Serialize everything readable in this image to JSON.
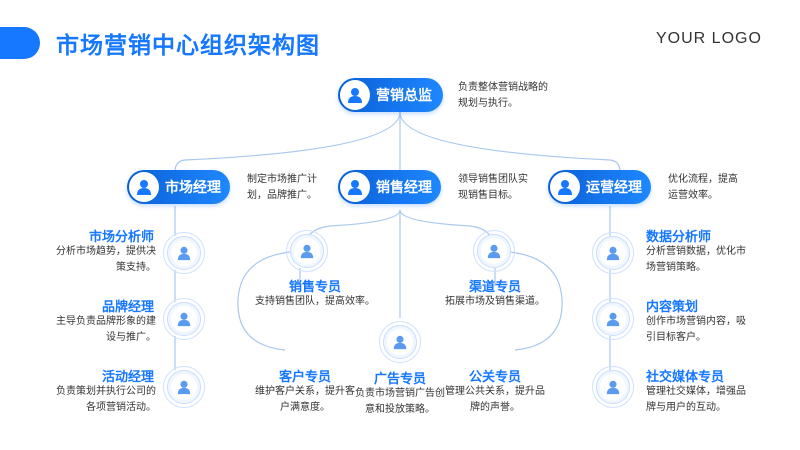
{
  "header": {
    "title": "市场营销中心组织架构图",
    "logo": "YOUR LOGO"
  },
  "top": {
    "label": "营销总监",
    "desc": [
      "负责整体营销战略的",
      "规划与执行。"
    ]
  },
  "managers": [
    {
      "label": "市场经理",
      "desc": [
        "制定市场推广计",
        "划，品牌推广。"
      ]
    },
    {
      "label": "销售经理",
      "desc": [
        "领导销售团队实",
        "现销售目标。"
      ]
    },
    {
      "label": "运营经理",
      "desc": [
        "优化流程，提高",
        "运营效率。"
      ]
    }
  ],
  "left_roles": [
    {
      "title": "市场分析师",
      "desc": [
        "分析市场趋势，提供决",
        "策支持。"
      ]
    },
    {
      "title": "品牌经理",
      "desc": [
        "主导负责品牌形象的建",
        "设与推广。"
      ]
    },
    {
      "title": "活动经理",
      "desc": [
        "负责策划并执行公司的",
        "各项营销活动。"
      ]
    }
  ],
  "right_roles": [
    {
      "title": "数据分析师",
      "desc": [
        "分析营销数据，优化市",
        "场营销策略。"
      ]
    },
    {
      "title": "内容策划",
      "desc": [
        "创作市场营销内容，吸",
        "引目标客户。"
      ]
    },
    {
      "title": "社交媒体专员",
      "desc": [
        "管理社交媒体，增强品",
        "牌与用户的互动。"
      ]
    }
  ],
  "center_roles": {
    "sales": {
      "title": "销售专员",
      "desc": [
        "支持销售团队，提高效率。"
      ]
    },
    "channel": {
      "title": "渠道专员",
      "desc": [
        "拓展市场及销售渠道。"
      ]
    },
    "customer": {
      "title": "客户专员",
      "desc": [
        "维护客户关系，提升客",
        "户满意度。"
      ]
    },
    "ad": {
      "title": "广告专员",
      "desc": [
        "负责市场营销广告创",
        "意和投放策略。"
      ]
    },
    "pr": {
      "title": "公关专员",
      "desc": [
        "管理公共关系，提升品",
        "牌的声誉。"
      ]
    }
  },
  "colors": {
    "accent": "#1677ff",
    "line": "#a9c8ef",
    "text": "#333333"
  },
  "icons": {
    "person": "person-icon"
  }
}
